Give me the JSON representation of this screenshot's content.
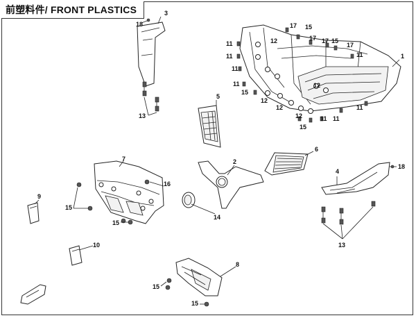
{
  "title": "前塑料件/ FRONT PLASTICS",
  "callouts": {
    "c1": "1",
    "c2": "2",
    "c3": "3",
    "c4": "4",
    "c5": "5",
    "c6": "6",
    "c7": "7",
    "c8": "8",
    "c9": "9",
    "c10": "10",
    "c11": "11",
    "c12": "12",
    "c13": "13",
    "c14": "14",
    "c15": "15",
    "c16": "16",
    "c17": "17",
    "c18": "18"
  }
}
